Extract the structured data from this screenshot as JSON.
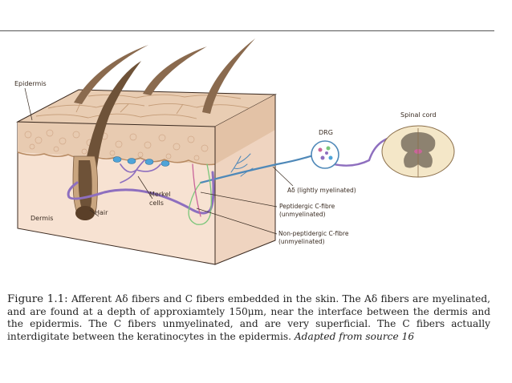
{
  "figure": {
    "labels": {
      "epidermis": "Epidermis",
      "dermis": "Dermis",
      "hair": "Hair",
      "merkel_line1": "Merkel",
      "merkel_line2": "cells",
      "drg": "DRG",
      "spinal_cord": "Spinal cord",
      "a_delta": "Aδ (lightly myelinated)",
      "peptidergic_line1": "Peptidergic C-fibre",
      "peptidergic_line2": "(unmyelinated)",
      "nonpeptidergic_line1": "Non-peptidergic C-fibre",
      "nonpeptidergic_line2": "(unmyelinated)"
    },
    "colors": {
      "dermis": "#f7e2d2",
      "epidermis_top": "#e9cdb3",
      "hair": "#8a6a4e",
      "a_delta_fibre": "#8e6fbf",
      "peptidergic_fibre": "#7bc67a",
      "nonpeptidergic_fibre": "#c9649a",
      "merkel_cells": "#4fa4d8",
      "nerve_trunk": "#4e88b8"
    }
  },
  "caption": {
    "label": "Figure 1.1:",
    "text": "Afferent Aδ fibers and C fibers embedded in the skin. The Aδ fibers are myelinated, and are found at a depth of approxiamtely 150μm, near the interface between the dermis and the epidermis. The C fibers unmyelinated, and are very superficial. The C fibers actually interdigitate between the keratinocytes in the epidermis.",
    "source": "Adapted from source 16"
  }
}
